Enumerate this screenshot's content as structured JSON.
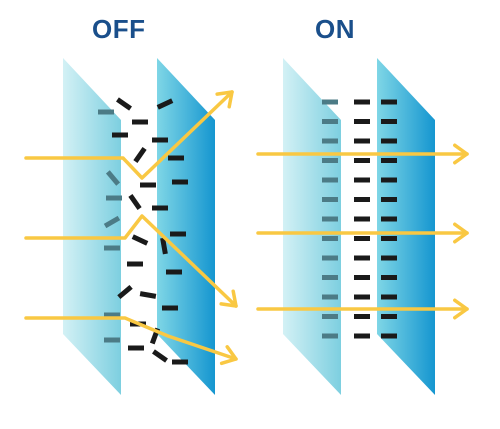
{
  "panels": {
    "off": {
      "title": "OFF"
    },
    "on": {
      "title": "ON"
    }
  },
  "colors": {
    "title": "#1a4f8b",
    "ray": "#f9c843",
    "crystal": "#1a1a1a",
    "crystal_faded": "#4c7b86",
    "plate_light": "#c6ecf2",
    "plate_mid": "#7fd0e2",
    "plate_dark": "#1aa3d6"
  },
  "icons": [
    "polarizer-plate",
    "liquid-crystal-molecule",
    "light-ray-arrow"
  ]
}
